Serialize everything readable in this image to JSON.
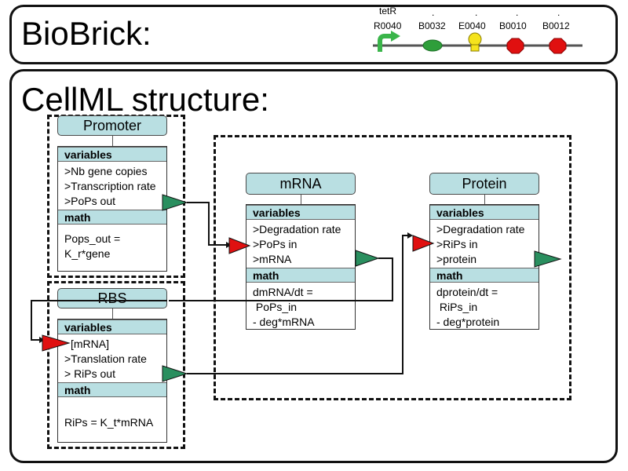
{
  "top": {
    "title": "BioBrick:"
  },
  "main": {
    "title": "CellML structure:"
  },
  "parts": [
    {
      "name": "R0040",
      "label_above": "tetR",
      "icon": "promoter-arrow-icon",
      "color": "#3ab54a"
    },
    {
      "name": "B0032",
      "icon": "rbs-oval-icon",
      "color": "#2e9e3a"
    },
    {
      "name": "E0040",
      "icon": "lightbulb-icon",
      "color": "#f5e31d"
    },
    {
      "name": "B0010",
      "icon": "terminator-stop-icon",
      "color": "#e01010"
    },
    {
      "name": "B0012",
      "icon": "terminator-stop-icon",
      "color": "#e01010"
    }
  ],
  "components": {
    "promoter": {
      "name": "Promoter",
      "variables_label": "variables",
      "variables": [
        ">Nb gene copies",
        ">Transcription rate",
        ">PoPs out"
      ],
      "math_label": "math",
      "math": [
        "Pops_out =",
        "K_r*gene"
      ]
    },
    "rbs": {
      "name": "RBS",
      "variables_label": "variables",
      "variables": [
        "[mRNA]",
        ">Translation rate",
        "> RiPs out"
      ],
      "math_label": "math",
      "math": [
        "RiPs = K_t*mRNA"
      ]
    },
    "mrna": {
      "name": "mRNA",
      "variables_label": "variables",
      "variables": [
        ">Degradation rate",
        ">PoPs in",
        ">mRNA"
      ],
      "math_label": "math",
      "math": [
        "dmRNA/dt =",
        " PoPs_in",
        "- deg*mRNA"
      ]
    },
    "protein": {
      "name": "Protein",
      "variables_label": "variables",
      "variables": [
        ">Degradation rate",
        ">RiPs in",
        ">protein"
      ],
      "math_label": "math",
      "math": [
        "dprotein/dt =",
        " RiPs_in",
        "- deg*protein"
      ]
    }
  },
  "colors": {
    "input_port": "#e01010",
    "output_port": "#2a8f5f",
    "header_fill": "#b9dfe2"
  }
}
